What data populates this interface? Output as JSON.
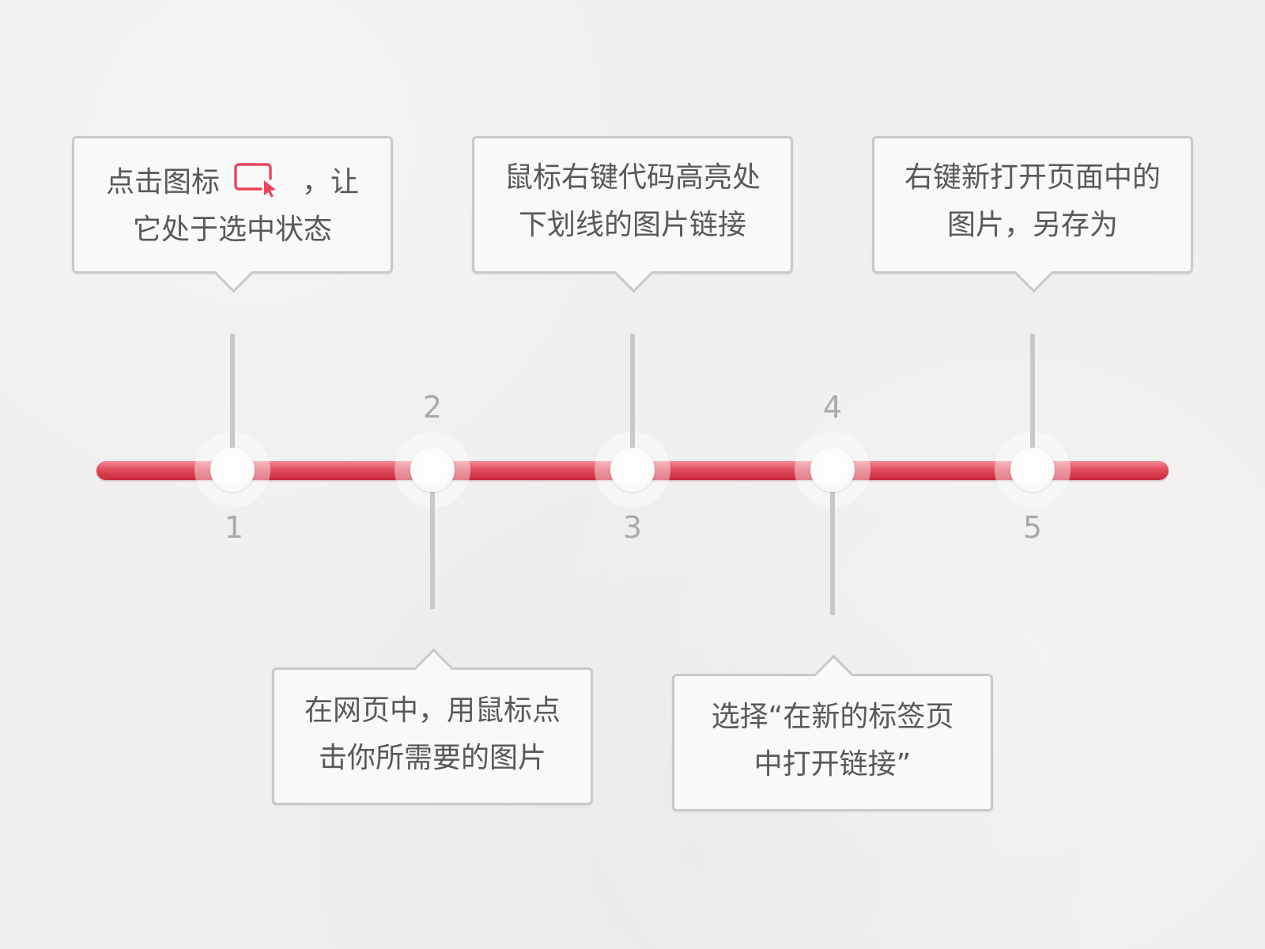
{
  "colors": {
    "bar_accent": "#d63a4b",
    "icon_accent": "#e8455c",
    "text": "#58585d",
    "step_number": "#a9a9ae",
    "callout_border": "#c9c8cc"
  },
  "steps": [
    {
      "number": "1",
      "callout": {
        "line1_before_icon": "点击图标",
        "icon": "select-cursor-icon",
        "line1_after_icon": "，让",
        "line2": "它处于选中状态"
      }
    },
    {
      "number": "2",
      "callout": {
        "line1": "在网页中，用鼠标点",
        "line2": "击你所需要的图片"
      }
    },
    {
      "number": "3",
      "callout": {
        "line1": "鼠标右键代码高亮处",
        "line2": "下划线的图片链接"
      }
    },
    {
      "number": "4",
      "callout": {
        "line1": "选择“在新的标签页",
        "line2": "中打开链接”"
      }
    },
    {
      "number": "5",
      "callout": {
        "line1": "右键新打开页面中的",
        "line2": "图片，另存为"
      }
    }
  ]
}
